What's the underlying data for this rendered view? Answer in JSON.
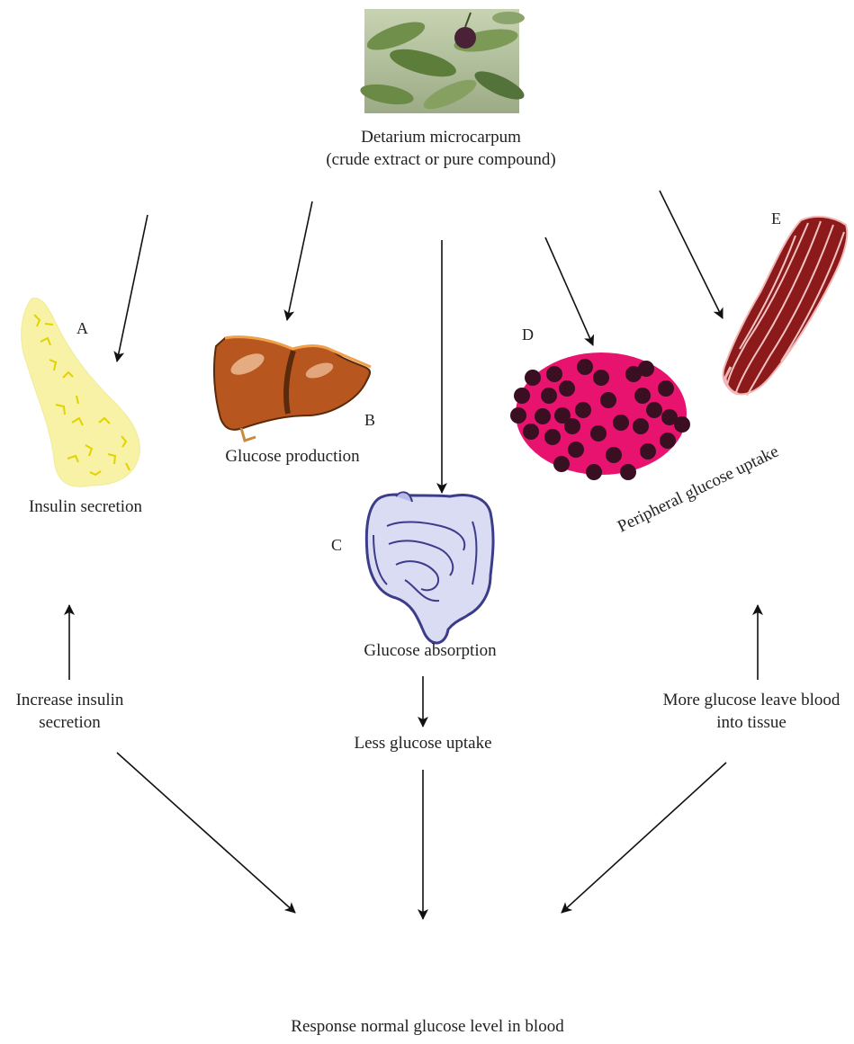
{
  "title": {
    "line1": "Detarium microcarpum",
    "line2": "(crude extract or pure compound)"
  },
  "organs": {
    "a": {
      "letter": "A",
      "caption": "Insulin secretion",
      "icon": "pancreas-icon",
      "color": "#f7f2a6"
    },
    "b": {
      "letter": "B",
      "caption": "Glucose production",
      "icon": "liver-icon",
      "color": "#b8561f"
    },
    "c": {
      "letter": "C",
      "caption": "Glucose absorption",
      "icon": "intestine-icon",
      "color": "#d9dcf2"
    },
    "d": {
      "letter": "D",
      "caption": "Peripheral glucose uptake",
      "icon": "adipose-tissue-icon",
      "color": "#e8136f"
    },
    "e": {
      "letter": "E",
      "caption": "",
      "icon": "muscle-icon",
      "color": "#8c1a1a"
    }
  },
  "outcomes": {
    "left": {
      "line1": "Increase insulin",
      "line2": "secretion"
    },
    "middle": "Less glucose uptake",
    "right": {
      "line1": "More glucose leave blood",
      "line2": "into tissue"
    }
  },
  "final": "Response normal glucose level in blood",
  "plant_image": "plant-photo-icon"
}
